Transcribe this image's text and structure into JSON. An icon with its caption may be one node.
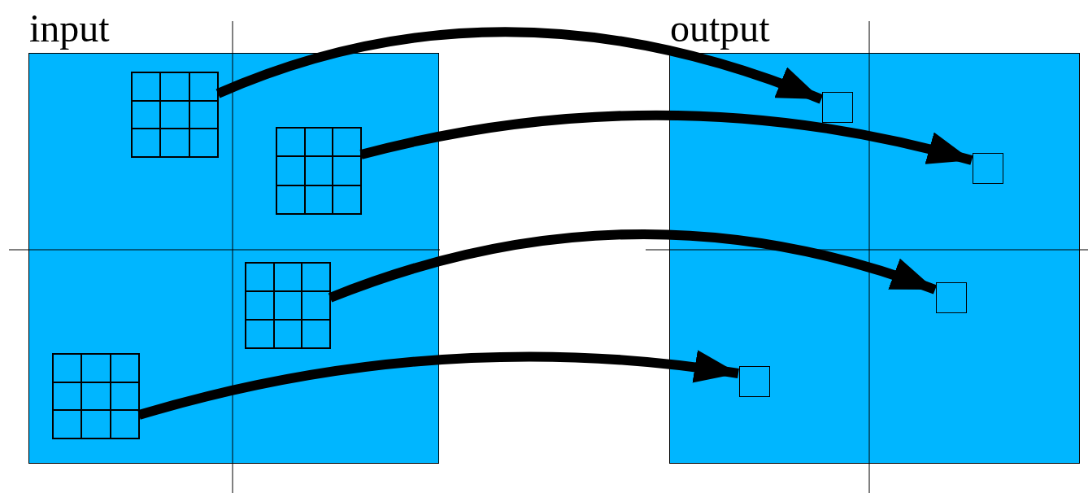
{
  "diagram": {
    "nodes": [
      {
        "text": [
          "input"
        ]
      },
      {
        "text": [],
        "shape": "box",
        "in": 0
      },
      {
        "text": [],
        "shape": "box",
        "in": 0
      },
      {
        "text": [],
        "shape": "box",
        "in": 0
      },
      {
        "text": [],
        "shape": "box",
        "in": 0
      },
      {
        "text": [
          "output"
        ]
      },
      {
        "text": [],
        "shape": "box",
        "in": 5
      },
      {
        "text": [],
        "shape": "box",
        "in": 5
      },
      {
        "text": [],
        "shape": "box",
        "in": 5
      },
      {
        "text": [],
        "shape": "box",
        "in": 5
      }
    ],
    "edges": [
      {
        "from": 1,
        "to": 6,
        "arrow": "to"
      },
      {
        "from": 2,
        "to": 7,
        "arrow": "to"
      },
      {
        "from": 3,
        "to": 8,
        "arrow": "to"
      },
      {
        "from": 4,
        "to": 9,
        "arrow": "to"
      }
    ]
  }
}
